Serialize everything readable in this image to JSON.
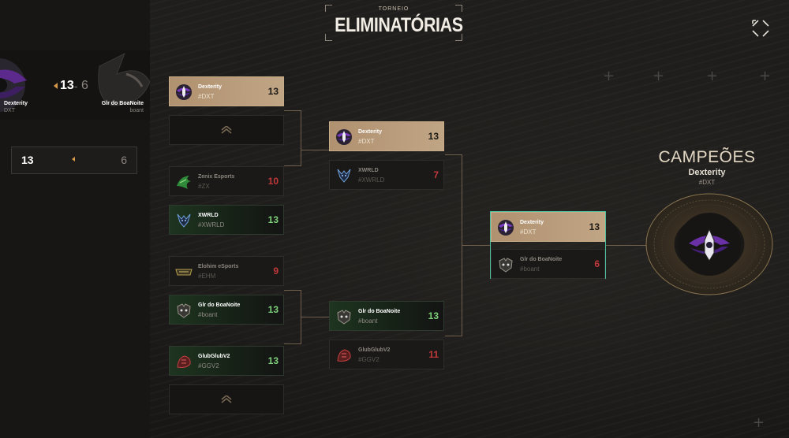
{
  "header": {
    "subtitle": "TORNEIO",
    "title": "ELIMINATÓRIAS"
  },
  "left": {
    "team_a": {
      "name": "Dexterity",
      "tag": "DXT"
    },
    "team_b": {
      "name": "Glr do BoaNoite",
      "tag": "boant"
    },
    "score_a": "13",
    "score_sep": "-",
    "score_b": "6",
    "box_score_a": "13",
    "box_score_b": "6"
  },
  "round1": [
    {
      "name": "Dexterity",
      "tag": "#DXT",
      "score": "13",
      "state": "winner-gold",
      "logo": "dexterity-logo"
    },
    {
      "name": "",
      "tag": "",
      "score": "",
      "state": "empty"
    },
    {
      "name": "Zenix Esports",
      "tag": "#ZX",
      "score": "10",
      "state": "loser",
      "logo": "zenix-logo"
    },
    {
      "name": "XWRLD",
      "tag": "#XWRLD",
      "score": "13",
      "state": "winner-green",
      "logo": "xwrld-logo"
    },
    {
      "name": "Elohim eSports",
      "tag": "#EHM",
      "score": "9",
      "state": "loser",
      "logo": "elohim-logo"
    },
    {
      "name": "Glr do BoaNoite",
      "tag": "#boant",
      "score": "13",
      "state": "winner-green",
      "logo": "boanoite-logo"
    },
    {
      "name": "GlubGlubV2",
      "tag": "#GGV2",
      "score": "13",
      "state": "winner-green",
      "logo": "glubglub-logo"
    },
    {
      "name": "",
      "tag": "",
      "score": "",
      "state": "empty"
    }
  ],
  "round2": [
    {
      "name": "Dexterity",
      "tag": "#DXT",
      "score": "13",
      "state": "winner-gold",
      "logo": "dexterity-logo"
    },
    {
      "name": "XWRLD",
      "tag": "#XWRLD",
      "score": "7",
      "state": "loser",
      "logo": "xwrld-logo"
    },
    {
      "name": "Glr do BoaNoite",
      "tag": "#boant",
      "score": "13",
      "state": "winner-green",
      "logo": "boanoite-logo"
    },
    {
      "name": "GlubGlubV2",
      "tag": "#GGV2",
      "score": "11",
      "state": "loser",
      "logo": "glubglub-logo"
    }
  ],
  "final": [
    {
      "name": "Dexterity",
      "tag": "#DXT",
      "score": "13",
      "state": "winner-gold",
      "logo": "dexterity-logo"
    },
    {
      "name": "Glr do BoaNoite",
      "tag": "#boant",
      "score": "6",
      "state": "loser",
      "logo": "boanoite-logo"
    }
  ],
  "champion": {
    "title": "CAMPEÕES",
    "name": "Dexterity",
    "tag": "#DXT"
  },
  "colors": {
    "gold": "#c0a584",
    "green_score": "#7fd07b",
    "red_score": "#c2383a",
    "final_border": "#4fbf9f",
    "connector": "#6f5f4c"
  }
}
